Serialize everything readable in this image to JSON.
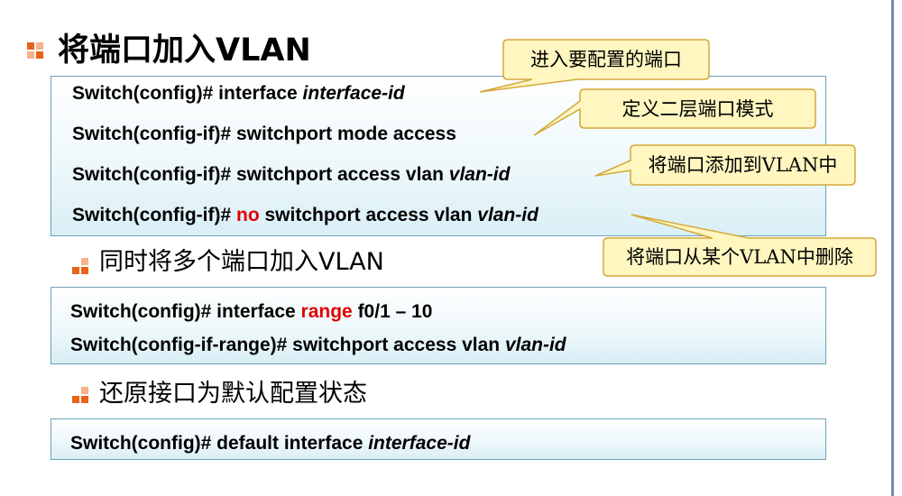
{
  "title": "将端口加入VLAN",
  "box1": {
    "line1": {
      "cmd": "Switch(config)# interface ",
      "arg": "interface-id"
    },
    "line2": {
      "cmd": "Switch(config-if)# switchport mode access"
    },
    "line3": {
      "cmd": "Switch(config-if)# switchport access vlan ",
      "arg": "vlan-id"
    },
    "line4": {
      "pre": "Switch(config-if)# ",
      "kw": "no",
      "cmd": " switchport access vlan ",
      "arg": "vlan-id"
    }
  },
  "callouts": {
    "c1": "进入要配置的端口",
    "c2": "定义二层端口模式",
    "c3": "将端口添加到VLAN中",
    "c4": "将端口从某个VLAN中删除"
  },
  "section2": {
    "heading": "同时将多个端口加入VLAN",
    "line1": {
      "pre": "Switch(config)# interface ",
      "kw": "range",
      "cmd": " f0/1 – 10"
    },
    "line2": {
      "cmd": "Switch(config-if-range)# switchport access vlan ",
      "arg": "vlan-id"
    }
  },
  "section3": {
    "heading": "还原接口为默认配置状态",
    "line1": {
      "cmd": "Switch(config)# default interface ",
      "arg": "interface-id"
    }
  },
  "colors": {
    "bullet_orange": "#e8621a",
    "bullet_light": "#f5b38c",
    "keyword_red": "#e00000",
    "callout_fill": "#fff6c0",
    "callout_border": "#d4a93a",
    "box_border": "#6fa0b8"
  }
}
